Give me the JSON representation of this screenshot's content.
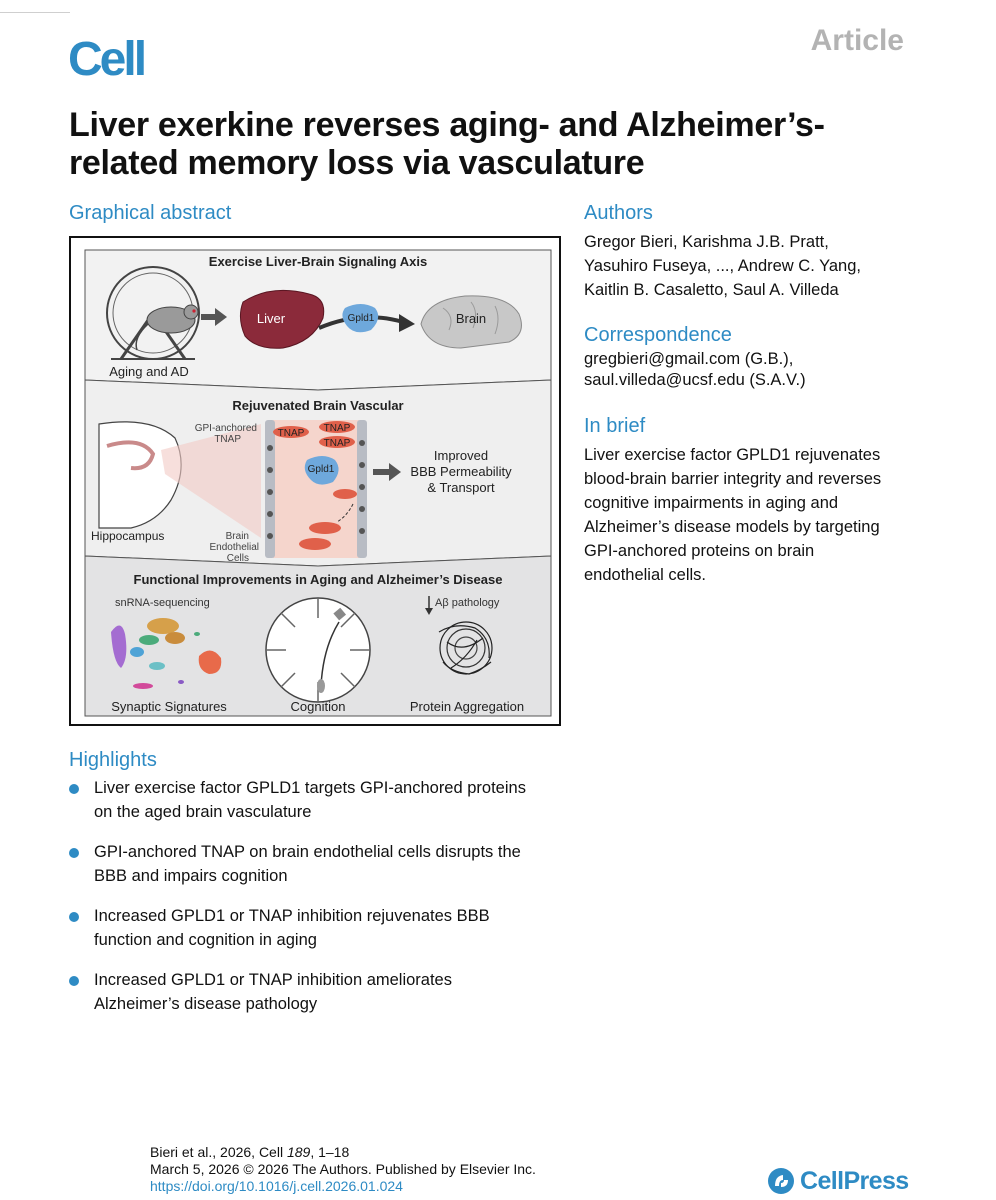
{
  "header": {
    "journal_logo": "Cell",
    "article_type": "Article"
  },
  "title": {
    "line1": "Liver exerkine reverses aging- and Alzheimer’s-",
    "line2": "related memory loss via vasculature"
  },
  "graphical_abstract": {
    "heading": "Graphical abstract",
    "panel1": {
      "title": "Exercise Liver-Brain Signaling Axis",
      "caption": "Aging and AD",
      "liver": "Liver",
      "factor": "Gpld1",
      "brain": "Brain"
    },
    "panel2": {
      "title": "Rejuvenated Brain Vascular",
      "gpi_line1": "GPI-anchored",
      "gpi_line2": "TNAP",
      "tnap": "TNAP",
      "factor": "Gpld1",
      "hippocampus": "Hippocampus",
      "endo_line1": "Brain",
      "endo_line2": "Endothelial",
      "endo_line3": "Cells",
      "outcome_line1": "Improved",
      "outcome_line2": "BBB Permeability",
      "outcome_line3": "& Transport"
    },
    "panel3": {
      "title": "Functional Improvements in Aging and Alzheimer’s Disease",
      "sn_label": "snRNA-sequencing",
      "ab_label": "Aβ pathology",
      "caption1": "Synaptic Signatures",
      "caption2": "Cognition",
      "caption3": "Protein Aggregation"
    }
  },
  "authors": {
    "heading": "Authors",
    "line1": "Gregor Bieri, Karishma J.B. Pratt,",
    "line2": "Yasuhiro Fuseya, ..., Andrew C. Yang,",
    "line3": "Kaitlin B. Casaletto, Saul A. Villeda"
  },
  "correspondence": {
    "heading": "Correspondence",
    "line1": "gregbieri@gmail.com (G.B.),",
    "line2": "saul.villeda@ucsf.edu (S.A.V.)"
  },
  "in_brief": {
    "heading": "In brief",
    "lines": [
      "Liver exercise factor GPLD1 rejuvenates",
      "blood-brain barrier integrity and reverses",
      "cognitive impairments in aging and",
      "Alzheimer’s disease models by targeting",
      "GPI-anchored proteins on brain",
      "endothelial cells."
    ]
  },
  "highlights": {
    "heading": "Highlights",
    "items": [
      {
        "line1": "Liver exercise factor GPLD1 targets GPI-anchored proteins",
        "line2": "on the aged brain vasculature"
      },
      {
        "line1": "GPI-anchored TNAP on brain endothelial cells disrupts the",
        "line2": "BBB and impairs cognition"
      },
      {
        "line1": "Increased GPLD1 or TNAP inhibition rejuvenates BBB",
        "line2": "function and cognition in aging"
      },
      {
        "line1": "Increased GPLD1 or TNAP inhibition ameliorates",
        "line2": "Alzheimer’s disease pathology"
      }
    ]
  },
  "footer": {
    "citation_a": "Bieri et al., 2026, Cell ",
    "citation_vol": "189",
    "citation_b": ", 1–18",
    "date_line": "March 5, 2026 © 2026 The Authors. Published by Elsevier Inc.",
    "doi": "https://doi.org/10.1016/j.cell.2026.01.024",
    "publisher": "CellPress"
  },
  "colors": {
    "accent": "#2e8bc4",
    "liver": "#8b2a3a",
    "gpld1": "#6ea8dc",
    "tnap": "#e0604a",
    "article_gray": "#b3b3b3"
  }
}
